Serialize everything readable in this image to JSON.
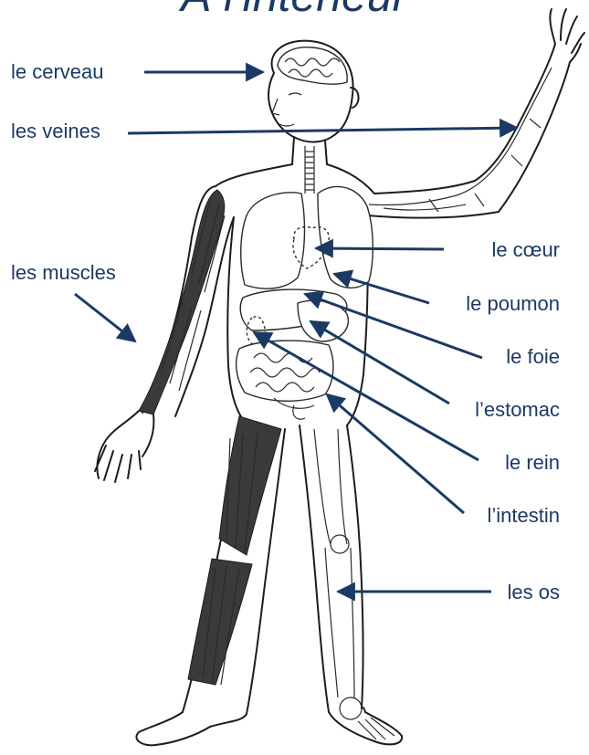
{
  "title": "À l'intérieur",
  "labels": {
    "brain": "le cerveau",
    "veins": "les veines",
    "muscles": "les muscles",
    "heart": "le cœur",
    "lung": "le poumon",
    "liver": "le foie",
    "stomach": "l’estomac",
    "kidney": "le rein",
    "intestine": "l’intestin",
    "bones": "les os"
  },
  "colors": {
    "label_text": "#1b3a63",
    "drawing": "#1d1d1d"
  }
}
